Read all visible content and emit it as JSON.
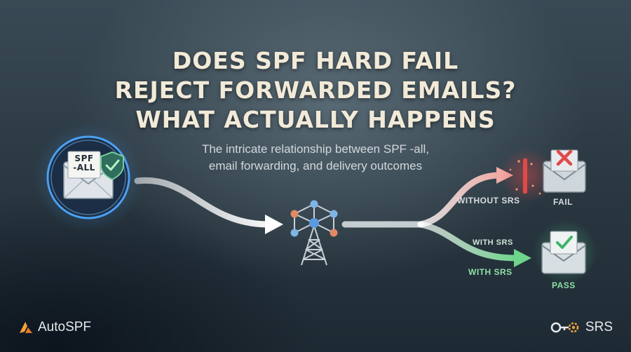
{
  "headline": {
    "line1": "DOES SPF HARD FAIL",
    "line2": "REJECT FORWARDED EMAILS?",
    "line3": "WHAT ACTUALLY HAPPENS"
  },
  "subheadline": {
    "line1": "The intricate relationship between SPF -all,",
    "line2": "email forwarding, and delivery outcomes"
  },
  "source_badge": {
    "line1": "SPF",
    "line2": "-ALL"
  },
  "paths": {
    "without_label": "WITHOUT SRS",
    "with_label_upper": "WITH SRS",
    "with_label_lower": "WITH SRS"
  },
  "outcomes": {
    "fail_label": "FAIL",
    "pass_label": "PASS"
  },
  "footer": {
    "left_brand": "AutoSPF",
    "right_brand": "SRS"
  },
  "colors": {
    "accent_blue": "#3f8fe0",
    "fail_red": "#e04a48",
    "pass_green": "#52c77a",
    "headline": "#f2ead8"
  },
  "icons": {
    "source": "envelope-with-shield-icon",
    "hub": "network-tower-icon",
    "fail": "envelope-x-icon",
    "pass": "envelope-check-icon",
    "brand_left": "autospf-logo-icon",
    "brand_right": "key-gear-icon"
  }
}
